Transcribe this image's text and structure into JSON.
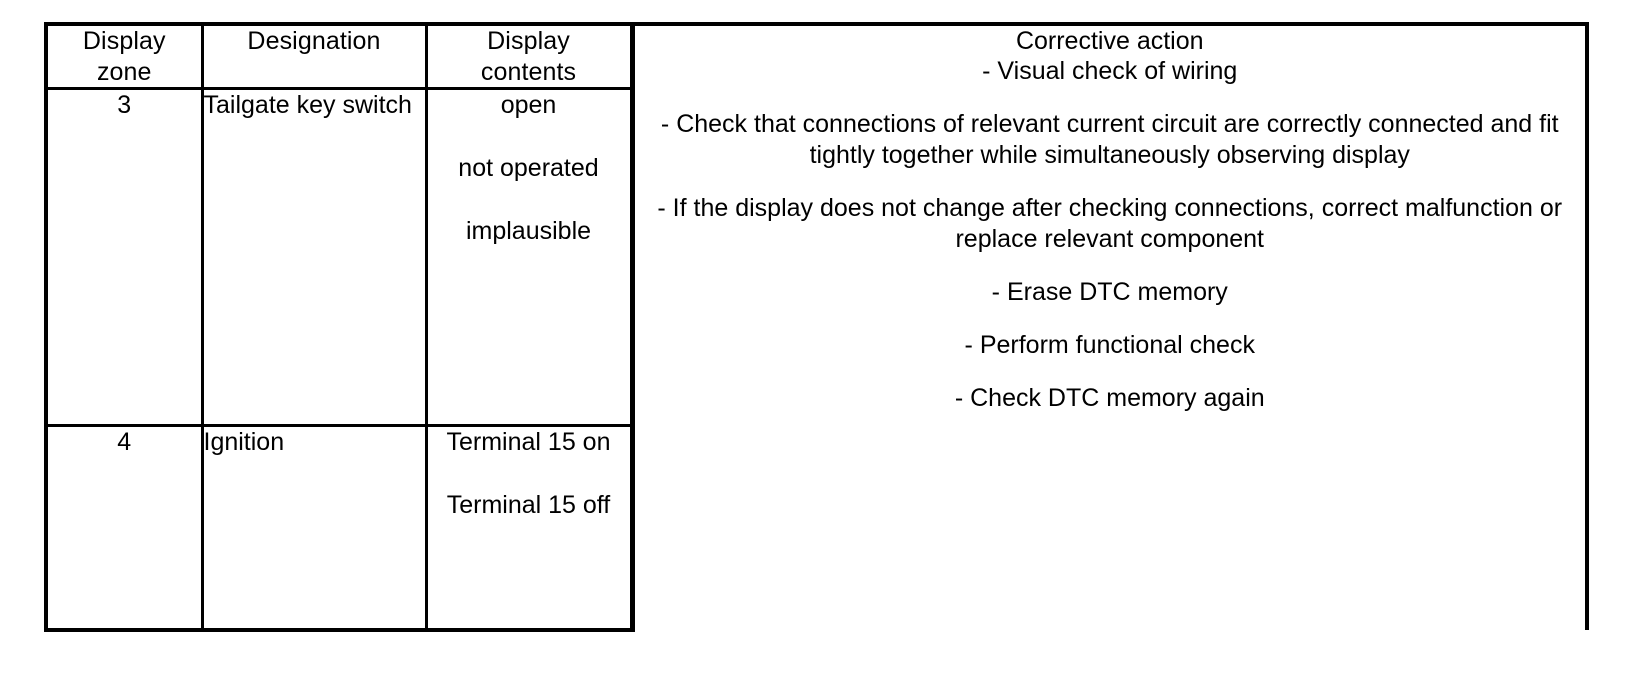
{
  "document": {
    "type": "diagnostic-table",
    "background_color": "#ffffff",
    "text_color": "#000000"
  },
  "table": {
    "headers": {
      "zone": "Display\nzone",
      "zone_line1": "Display",
      "zone_line2": "zone",
      "designation": "Designation",
      "contents_line1": "Display",
      "contents_line2": "contents",
      "corrective_action": "Corrective action"
    },
    "rows": [
      {
        "zone": "3",
        "designation": "Tailgate key switch",
        "display_contents": [
          "open",
          "not operated",
          "implausible"
        ],
        "corrective_action": [
          "- Visual check of wiring",
          "- Check that connections of relevant current circuit are correctly connected and fit tightly together while simultaneously observing display",
          "- If the display does not change after checking connections, correct malfunction or replace relevant component",
          "- Erase DTC memory",
          "- Perform functional check",
          "- Check DTC memory again"
        ]
      },
      {
        "zone": "4",
        "designation": "Ignition",
        "display_contents": [
          "Terminal 15 on",
          "Terminal 15 off"
        ],
        "corrective_action": []
      }
    ]
  }
}
